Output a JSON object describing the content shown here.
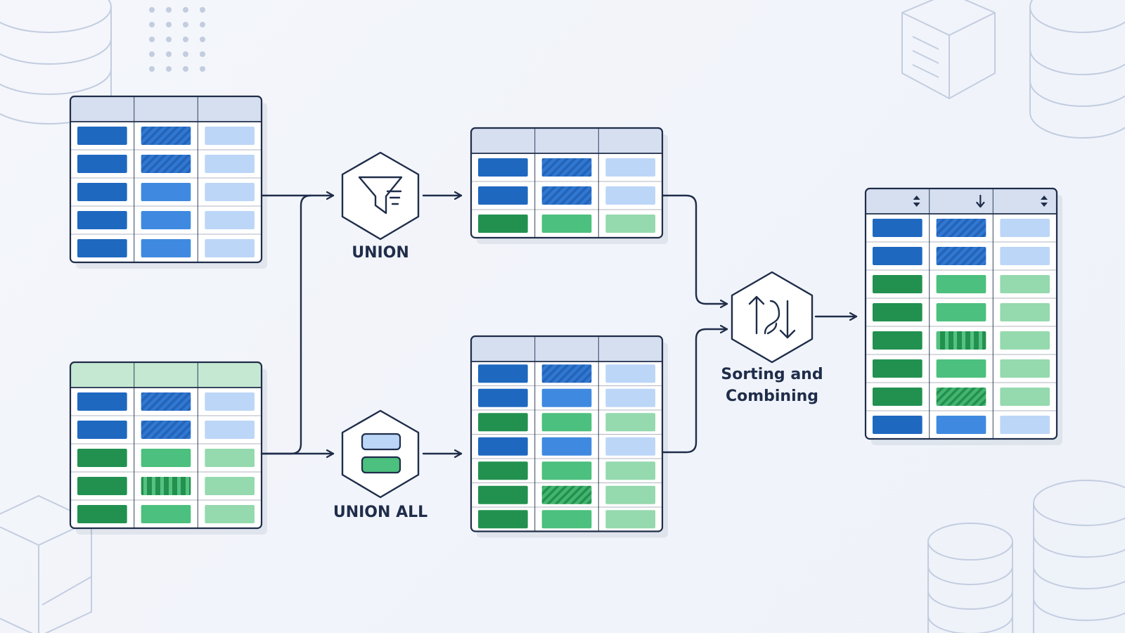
{
  "operations": {
    "union": {
      "label": "UNION",
      "icon": "funnel-icon"
    },
    "union_all": {
      "label": "UNION ALL",
      "icon": "stacked-rows-icon"
    },
    "sort_combine": {
      "label_line1": "Sorting and",
      "label_line2": "Combining",
      "icon": "sort-arrows-icon"
    }
  },
  "colors": {
    "outline": "#1f2d4a",
    "header_blue": "#d5dff0",
    "header_green": "#c5e8d2",
    "blue_dark": "#1f68c0",
    "blue_mid": "#3f8ae0",
    "blue_light": "#bcd6f7",
    "green_dark": "#229150",
    "green_mid": "#4cc07e",
    "green_light": "#95d9ae",
    "decor": "#c3cde0"
  },
  "tables": [
    {
      "id": "source-table-a",
      "header": "blue",
      "sort_icons": [],
      "rows": [
        [
          "bd",
          "bdh",
          "bl"
        ],
        [
          "bd",
          "bdh",
          "bl"
        ],
        [
          "bd",
          "bm",
          "bl"
        ],
        [
          "bd",
          "bm",
          "bl"
        ],
        [
          "bd",
          "bm",
          "bl"
        ]
      ]
    },
    {
      "id": "source-table-b",
      "header": "green",
      "sort_icons": [],
      "rows": [
        [
          "bd",
          "bdh",
          "bl"
        ],
        [
          "bd",
          "bdh",
          "bl"
        ],
        [
          "gd",
          "gm",
          "gl"
        ],
        [
          "gd",
          "gv",
          "gl"
        ],
        [
          "gd",
          "gm",
          "gl"
        ]
      ]
    },
    {
      "id": "union-result-table",
      "header": "blue",
      "sort_icons": [],
      "rows": [
        [
          "bd",
          "bdh",
          "bl"
        ],
        [
          "bd",
          "bdh",
          "bl"
        ],
        [
          "gd",
          "gm",
          "gl"
        ]
      ]
    },
    {
      "id": "union-all-result-table",
      "header": "blue",
      "sort_icons": [],
      "rows": [
        [
          "bd",
          "bdh",
          "bl"
        ],
        [
          "bd",
          "bm",
          "bl"
        ],
        [
          "gd",
          "gm",
          "gl"
        ],
        [
          "bd",
          "bm",
          "bl"
        ],
        [
          "gd",
          "gm",
          "gl"
        ],
        [
          "gd",
          "gdh",
          "gl"
        ],
        [
          "gd",
          "gm",
          "gl"
        ]
      ]
    },
    {
      "id": "final-sorted-table",
      "header": "blue",
      "sort_icons": [
        "sort-both-icon",
        "sort-down-icon",
        "sort-both-icon"
      ],
      "rows": [
        [
          "bd",
          "bdh",
          "bl"
        ],
        [
          "bd",
          "bdh",
          "bl"
        ],
        [
          "gd",
          "gm",
          "gl"
        ],
        [
          "gd",
          "gm",
          "gl"
        ],
        [
          "gd",
          "gv",
          "gl"
        ],
        [
          "gd",
          "gm",
          "gl"
        ],
        [
          "gd",
          "gdh",
          "gl"
        ],
        [
          "bd",
          "bm",
          "bl"
        ]
      ]
    }
  ]
}
